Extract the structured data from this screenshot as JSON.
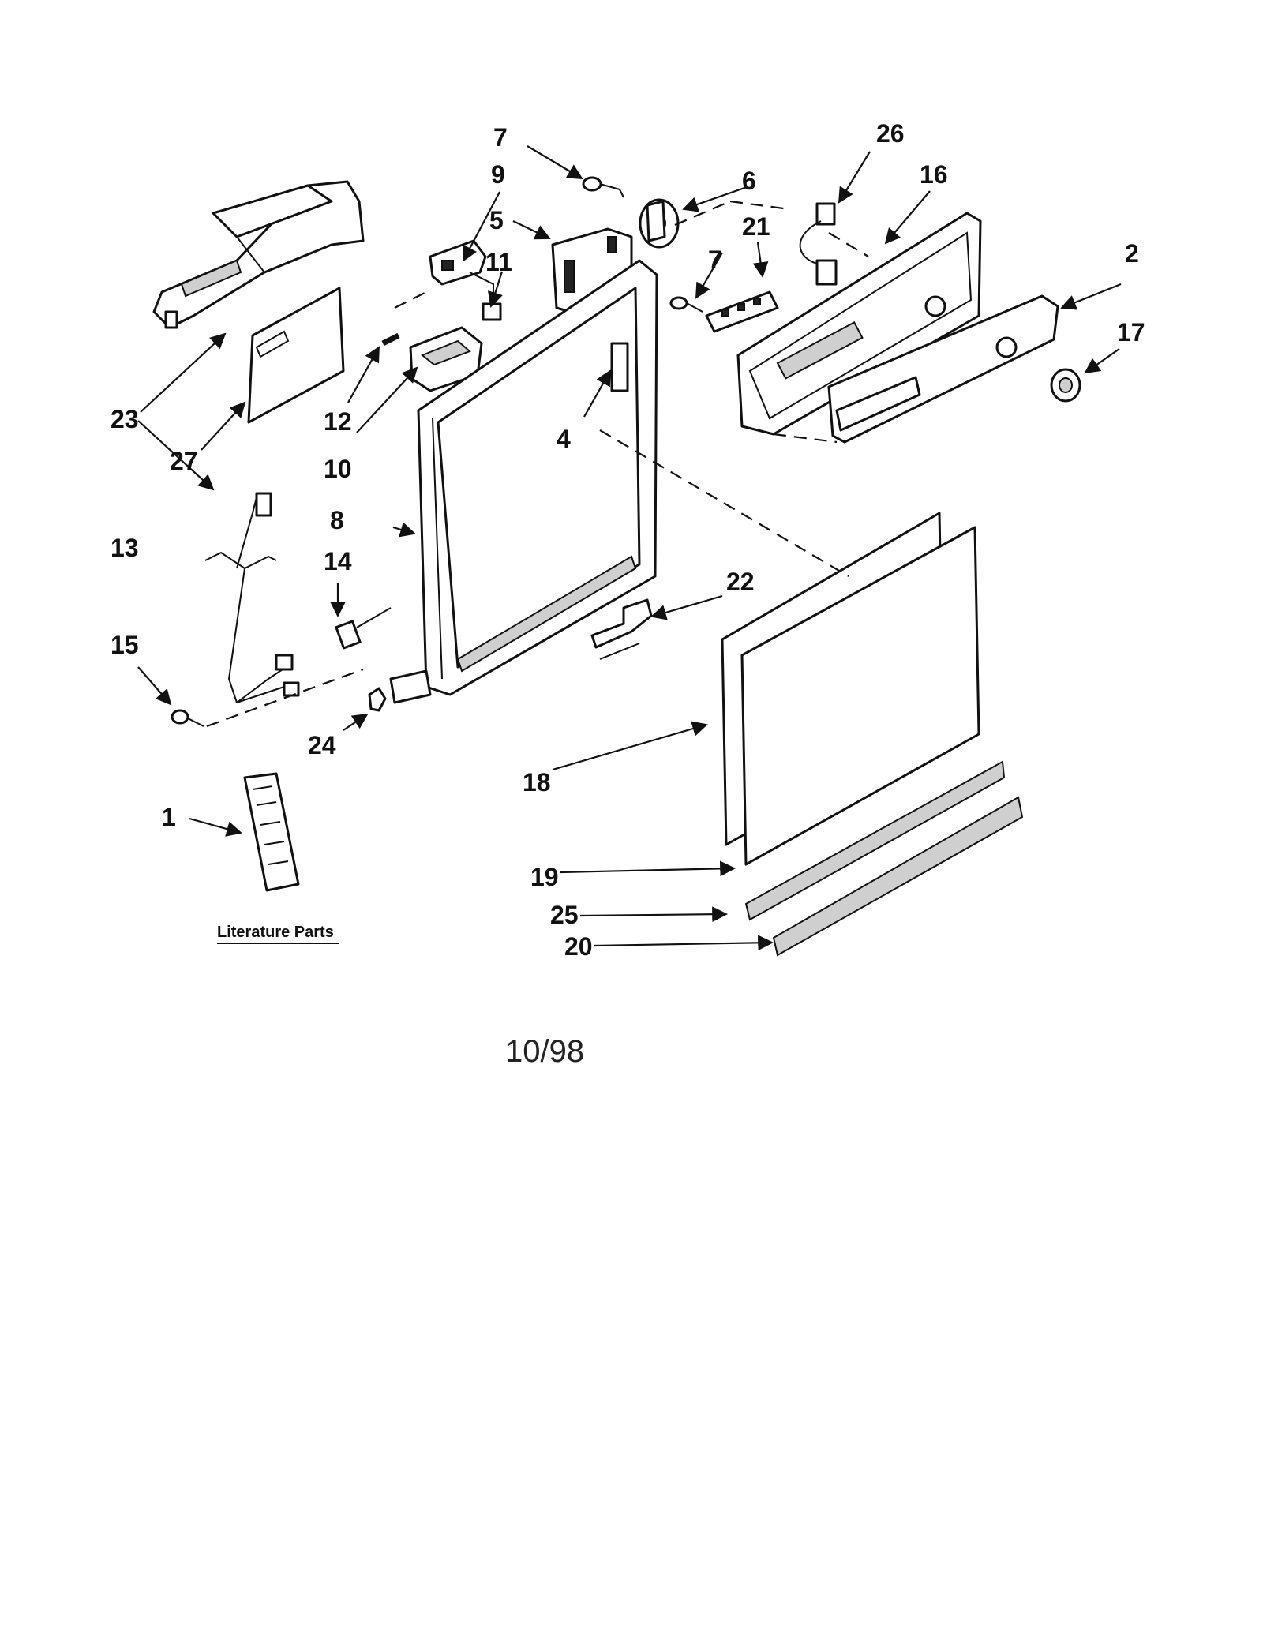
{
  "callouts": {
    "c1": "1",
    "c2": "2",
    "c4": "4",
    "c5": "5",
    "c6": "6",
    "c7a": "7",
    "c7b": "7",
    "c8": "8",
    "c9": "9",
    "c10": "10",
    "c11": "11",
    "c12": "12",
    "c13": "13",
    "c14": "14",
    "c15": "15",
    "c16": "16",
    "c17": "17",
    "c18": "18",
    "c19": "19",
    "c20": "20",
    "c21": "21",
    "c22": "22",
    "c23": "23",
    "c24": "24",
    "c25": "25",
    "c26": "26",
    "c27": "27"
  },
  "literature_label": "Literature Parts",
  "date_code": "10/98"
}
